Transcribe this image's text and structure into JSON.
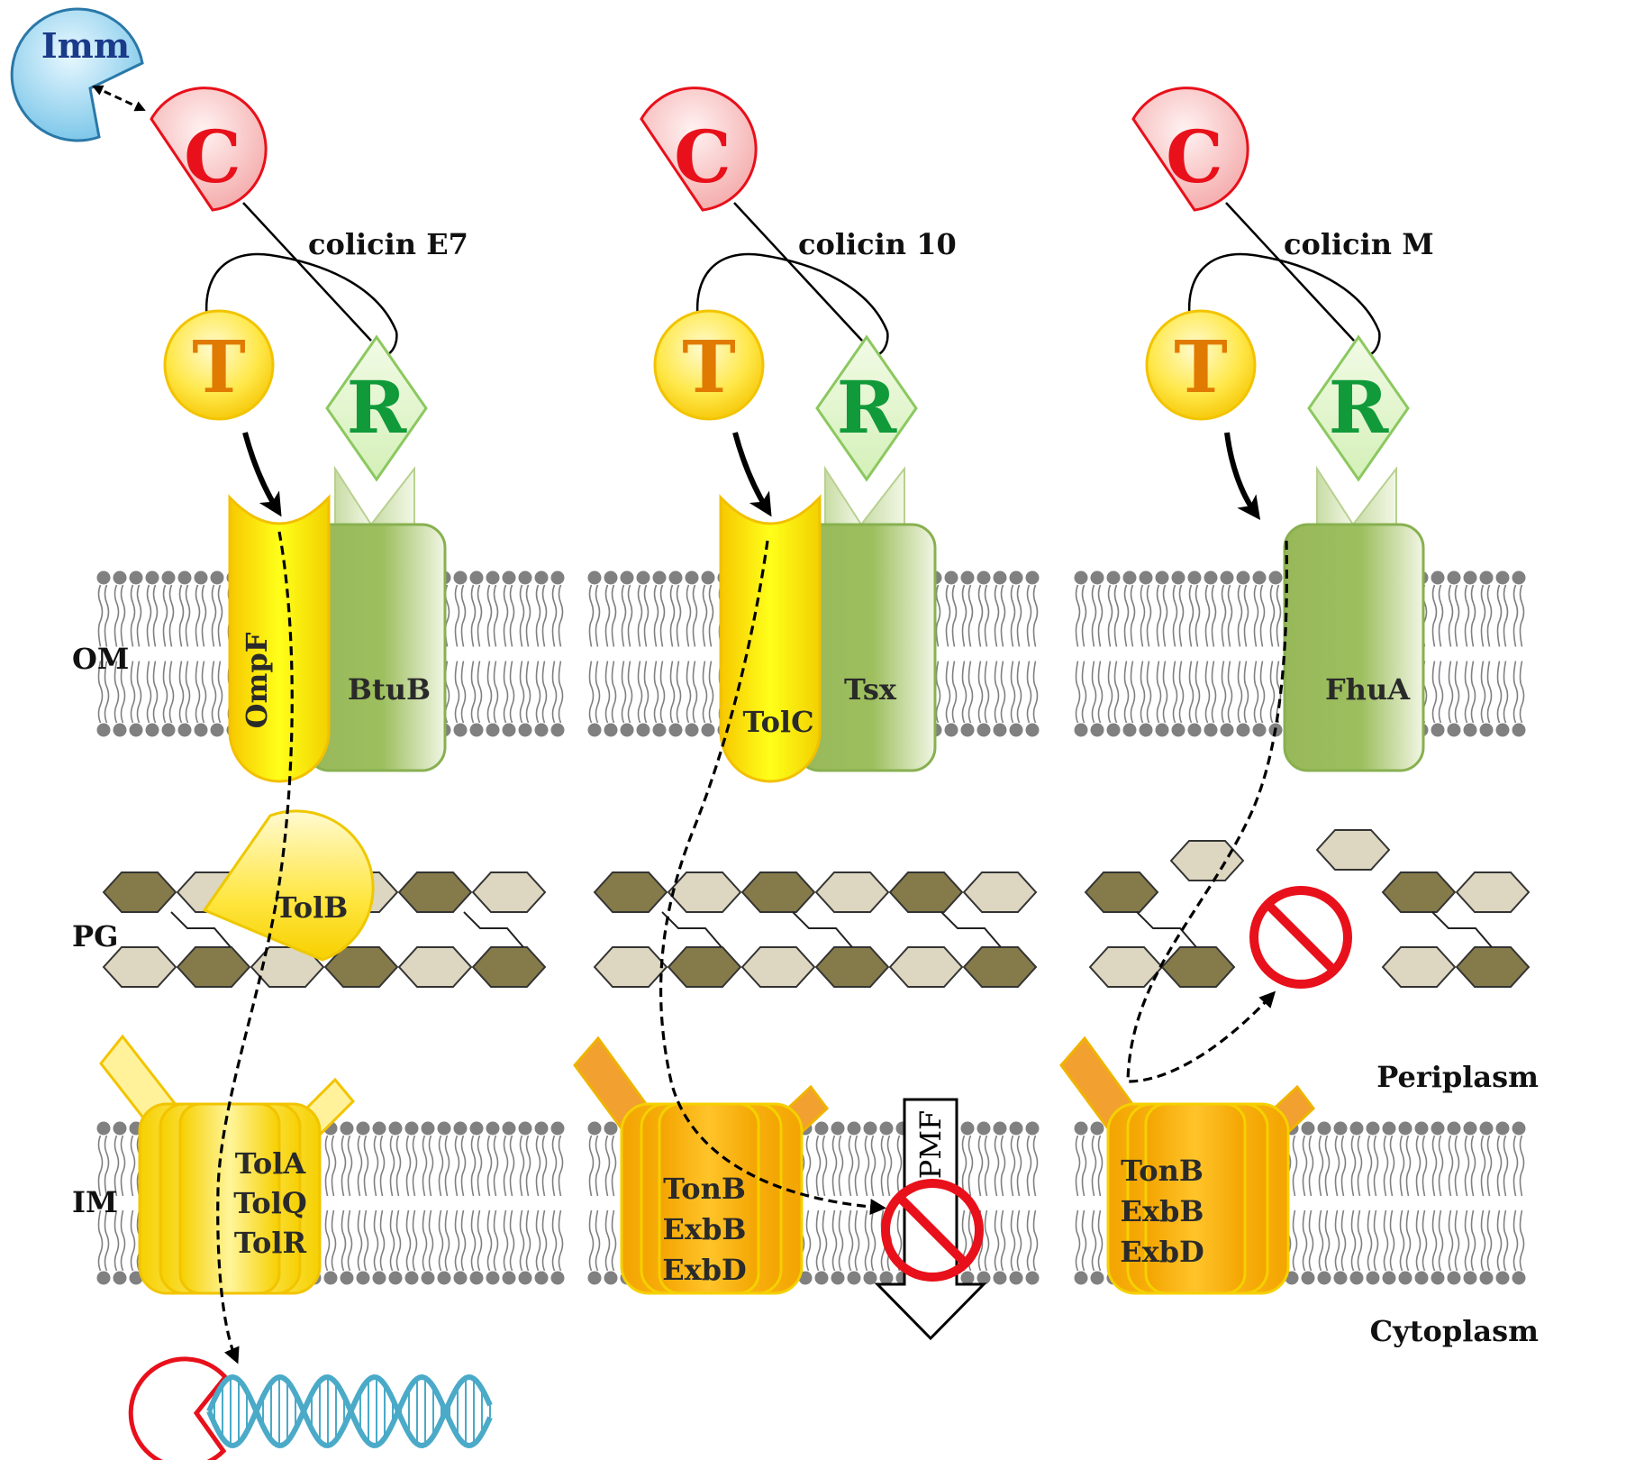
{
  "layers": {
    "om": "OM",
    "pg": "PG",
    "im": "IM",
    "periplasm": "Periplasm",
    "cytoplasm": "Cytoplasm"
  },
  "domains": {
    "cytotoxic": "C",
    "translocation": "T",
    "receptor": "R",
    "immunity": "Imm"
  },
  "panels": [
    {
      "colicin": "colicin E7",
      "translocator": "OmpF",
      "receptor": "BtuB",
      "pg_partner": "TolB",
      "im_complex": [
        "TolA",
        "TolQ",
        "TolR"
      ]
    },
    {
      "colicin": "colicin 10",
      "translocator": "TolC",
      "receptor": "Tsx",
      "im_complex": [
        "TonB",
        "ExbB",
        "ExbD"
      ],
      "pmf": "PMF"
    },
    {
      "colicin": "colicin M",
      "receptor": "FhuA",
      "im_complex": [
        "TonB",
        "ExbB",
        "ExbD"
      ]
    }
  ],
  "colors": {
    "cytotoxic": "#e8101a",
    "translocation": "#e07a00",
    "receptor": "#119a3a",
    "immunity": "#1a3a8a",
    "membrane_lipid": "#808080",
    "pg_dark": "#857a4a",
    "pg_light": "#ddd6c0",
    "prohibit": "#e8101a",
    "dna": "#4aaac8"
  }
}
